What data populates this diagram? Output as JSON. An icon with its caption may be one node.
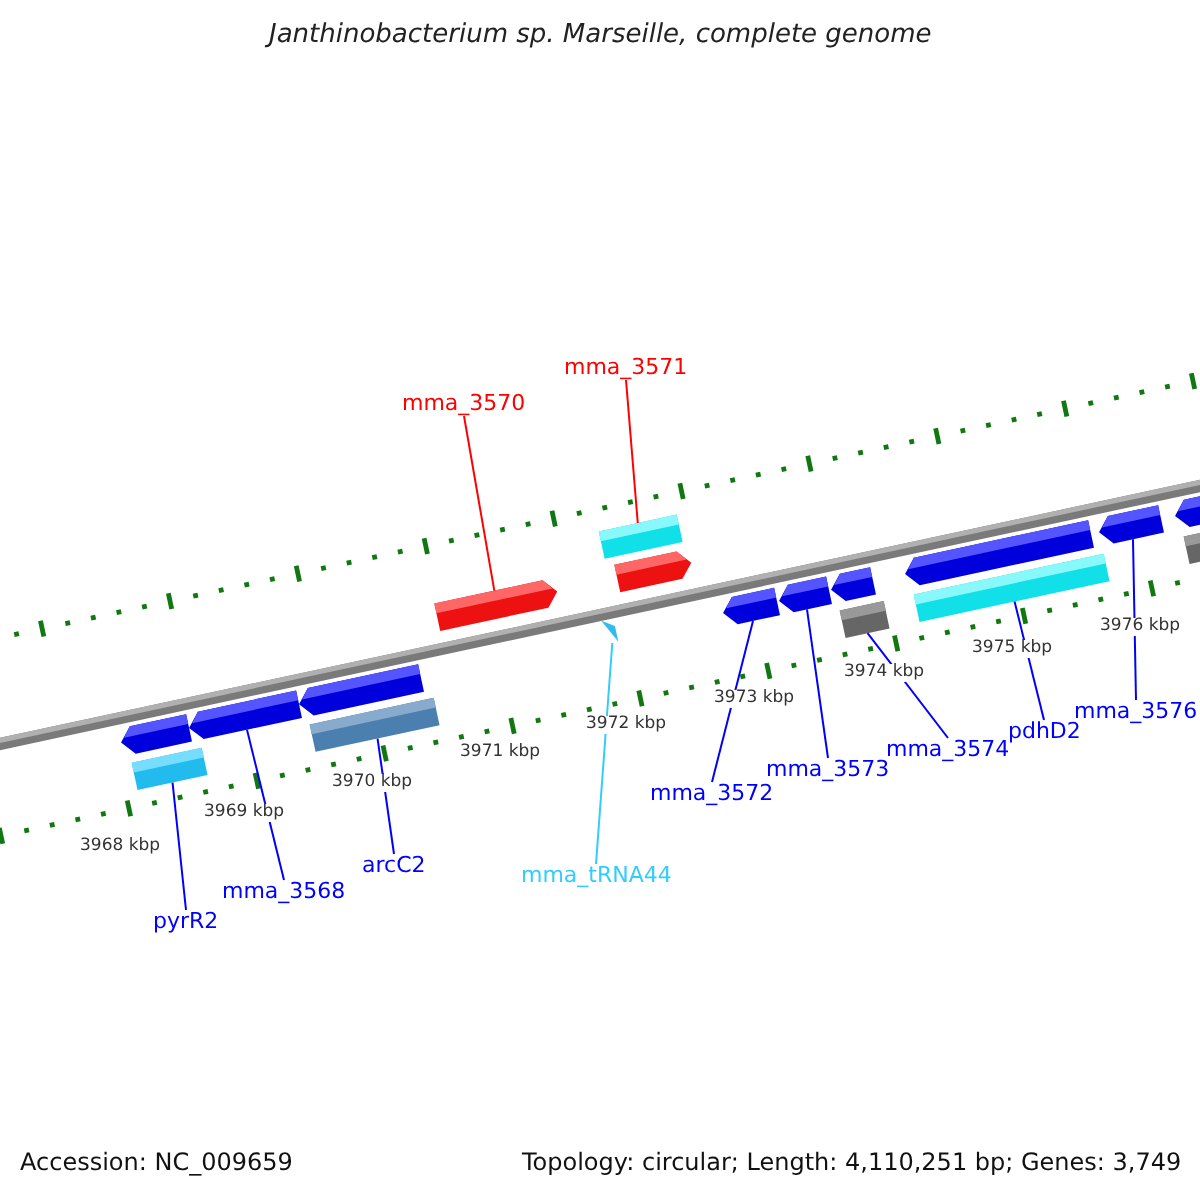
{
  "diagram": {
    "title": "Janthinobacterium sp. Marseille, complete genome",
    "nodes": [
      {
        "text": [
          "mma_3570"
        ]
      },
      {
        "text": [
          "mma_3571"
        ]
      },
      {
        "text": [
          "mma_tRNA44"
        ]
      },
      {
        "text": [
          "mma_3572"
        ]
      },
      {
        "text": [
          "mma_3573"
        ]
      },
      {
        "text": [
          "mma_3574"
        ]
      },
      {
        "text": [
          "pdhD2"
        ]
      },
      {
        "text": [
          "mma_3576"
        ]
      },
      {
        "text": [
          "pyrR2"
        ]
      },
      {
        "text": [
          "mma_3568"
        ]
      },
      {
        "text": [
          "arcC2"
        ]
      },
      {
        "text": [],
        "shape": "arrow"
      },
      {
        "text": [],
        "shape": "bar"
      },
      {
        "text": [],
        "shape": "arrow"
      },
      {
        "text": [],
        "shape": "arrow"
      },
      {
        "text": [],
        "shape": "bar"
      },
      {
        "text": [],
        "shape": "arrow"
      },
      {
        "text": [],
        "shape": "arrow"
      },
      {
        "text": [],
        "shape": "bar"
      },
      {
        "text": [],
        "shape": "triangle"
      },
      {
        "text": [],
        "shape": "arrow"
      },
      {
        "text": [],
        "shape": "arrow"
      },
      {
        "text": [],
        "shape": "arrow"
      },
      {
        "text": [],
        "shape": "bar"
      },
      {
        "text": [],
        "shape": "arrow"
      },
      {
        "text": [],
        "shape": "bar"
      },
      {
        "text": [],
        "shape": "arrow"
      },
      {
        "text": [],
        "shape": "arrow"
      },
      {
        "text": [],
        "shape": "bar"
      }
    ],
    "edges": [
      {
        "from": 0,
        "to": 11,
        "arrow": "none",
        "color": "#ff0000"
      },
      {
        "from": 1,
        "to": 12,
        "arrow": "none",
        "color": "#ff0000"
      },
      {
        "from": 2,
        "to": 19,
        "arrow": "none",
        "color": "#33ccff"
      },
      {
        "from": 3,
        "to": 20,
        "arrow": "none"
      },
      {
        "from": 4,
        "to": 21,
        "arrow": "none"
      },
      {
        "from": 5,
        "to": 23,
        "arrow": "none"
      },
      {
        "from": 6,
        "to": 25,
        "arrow": "none"
      },
      {
        "from": 7,
        "to": 26,
        "arrow": "none"
      },
      {
        "from": 8,
        "to": 15,
        "arrow": "none"
      },
      {
        "from": 9,
        "to": 16,
        "arrow": "none"
      },
      {
        "from": 10,
        "to": 18,
        "arrow": "none"
      }
    ],
    "labels": [
      "3968 kbp",
      "3969 kbp",
      "3970 kbp",
      "3971 kbp",
      "3972 kbp",
      "3973 kbp",
      "3974 kbp",
      "3975 kbp",
      "3976 kbp",
      "Accession: NC_009659",
      "Topology: circular; Length: 4,110,251 bp; Genes: 3,749"
    ]
  }
}
